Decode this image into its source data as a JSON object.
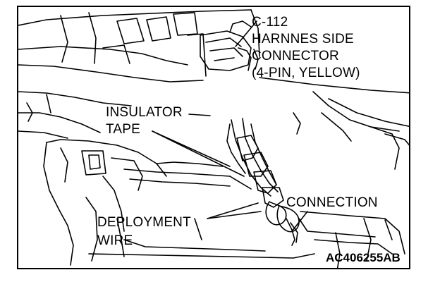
{
  "labels": {
    "connector_line1": "C-112",
    "connector_line2": "HARNNES SIDE",
    "connector_line3": "CONNECTOR",
    "connector_line4": "(4-PIN, YELLOW)",
    "insulator_line1": "INSULATOR",
    "insulator_line2": "TAPE",
    "connection": "CONNECTION",
    "deployment_line1": "DEPLOYMENT",
    "deployment_line2": "WIRE",
    "figure_code": "AC406255AB"
  },
  "colors": {
    "ink": "#000000",
    "paper": "#ffffff"
  }
}
